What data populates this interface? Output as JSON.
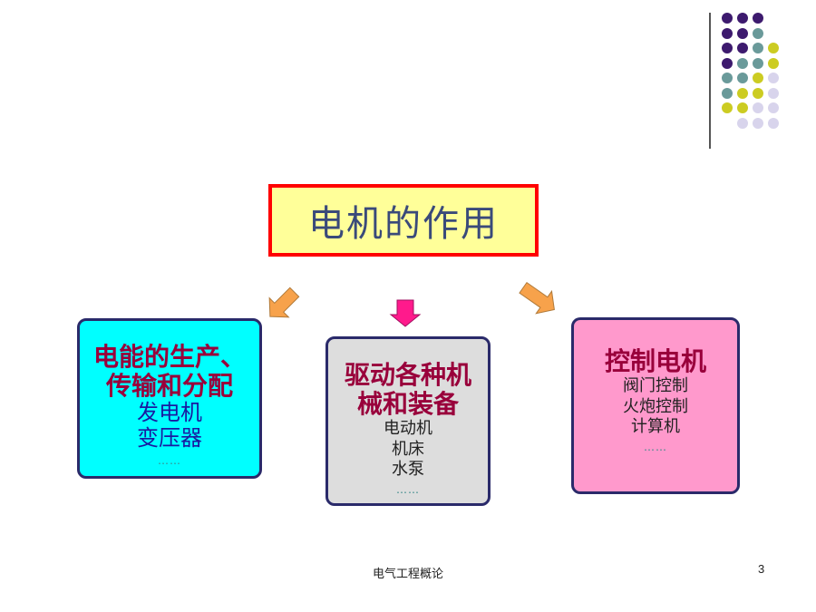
{
  "title": "电机的作用",
  "branches": [
    {
      "heading_lines": [
        "电能的生产、",
        "传输和分配"
      ],
      "items": [
        "发电机",
        "变压器"
      ],
      "ellipsis": "……"
    },
    {
      "heading_lines": [
        "驱动各种机",
        "械和装备"
      ],
      "items": [
        "电动机",
        "机床",
        "水泵"
      ],
      "ellipsis": "……"
    },
    {
      "heading_lines": [
        "控制电机"
      ],
      "items": [
        "阀门控制",
        "火炮控制",
        "计算机"
      ],
      "ellipsis": "……"
    }
  ],
  "footer": "电气工程概论",
  "page_number": "3",
  "colors": {
    "dot_dark": "#3d1a6e",
    "dot_teal": "#6a9a9a",
    "dot_yellow": "#cccc22",
    "dot_lavender": "#d8d4ec",
    "arrow_orange": "#f7a24b",
    "arrow_pink": "#ff1a8c"
  }
}
